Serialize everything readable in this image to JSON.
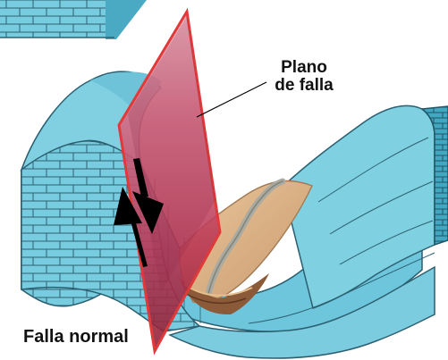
{
  "labels": {
    "plane_line1": "Plano",
    "plane_line2": "de falla",
    "fault_type": "Falla normal"
  },
  "colors": {
    "rock_face": "#73c9db",
    "rock_top": "#95d6e4",
    "rock_dark": "#3fa3bc",
    "rock_lines": "#2b5f70",
    "fault_plane_top": "#eba6b2",
    "fault_plane_mid": "#c4455e",
    "fault_plane_edge": "#e03a3a",
    "sediment": "#d9b38b",
    "sediment_dark": "#a27b54",
    "sediment_groove": "#a9aaa1",
    "arrows": "#000000"
  }
}
